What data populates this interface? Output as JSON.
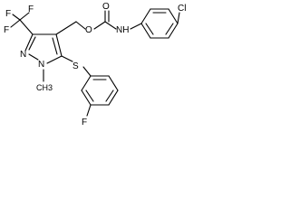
{
  "diagram": {
    "type": "chemical-structure",
    "atoms": {
      "f1": "F",
      "f2": "F",
      "f3": "F",
      "n_pyrazole_2": "N",
      "n_pyrazole_1": "N",
      "methyl_label": "CH3",
      "o_ester": "O",
      "o_carbonyl": "O",
      "n_amide": "NH",
      "cl": "Cl",
      "s_thioether": "S",
      "f_aryl": "F"
    }
  }
}
